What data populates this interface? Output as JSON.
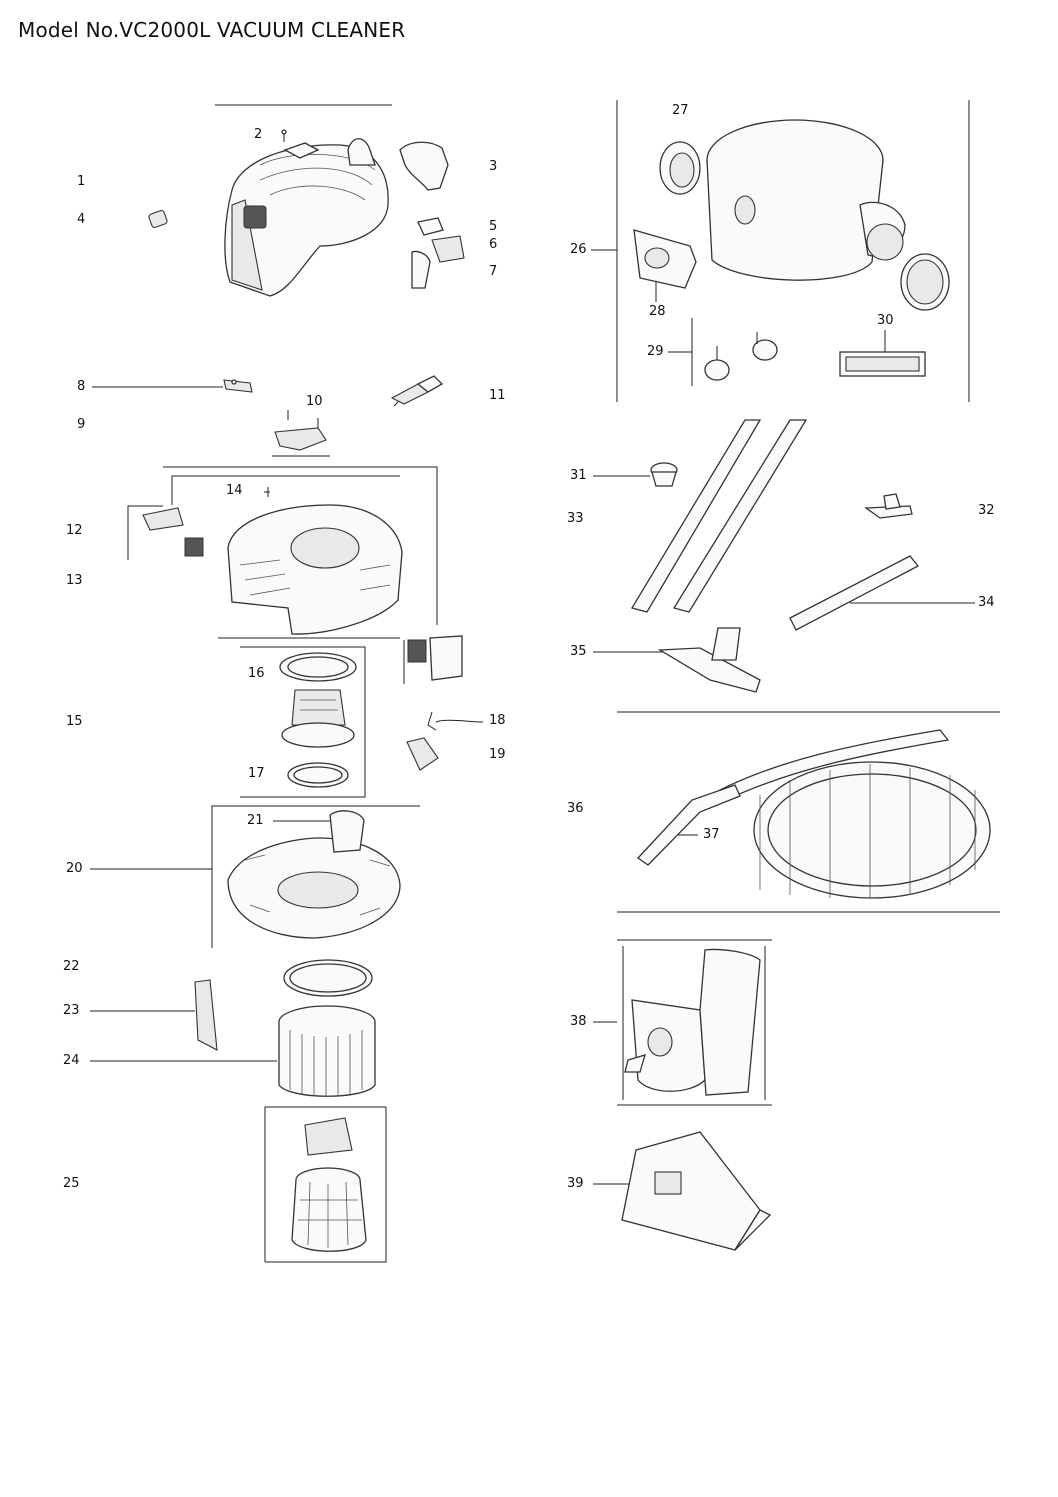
{
  "title": "Model No.VC2000L VACUUM CLEANER",
  "callouts": [
    "1",
    "2",
    "3",
    "4",
    "5",
    "6",
    "7",
    "8",
    "9",
    "10",
    "11",
    "12",
    "13",
    "14",
    "15",
    "16",
    "17",
    "18",
    "19",
    "20",
    "21",
    "22",
    "23",
    "24",
    "25",
    "26",
    "27",
    "28",
    "29",
    "30",
    "31",
    "32",
    "33",
    "34",
    "35",
    "36",
    "37",
    "38",
    "39"
  ]
}
